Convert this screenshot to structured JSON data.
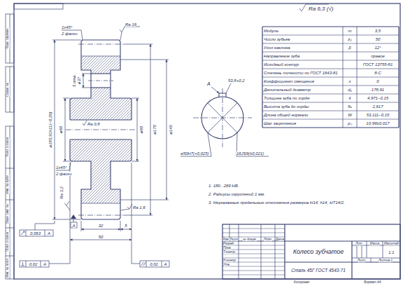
{
  "diagram": {
    "labels": [
      "Ra 6,3 (√)",
      "Модуль",
      "m",
      "3,5",
      "Число зубьев",
      "z₂",
      "50",
      "Угол наклона",
      "β",
      "12°",
      "Направление зуба",
      "правое",
      "Исходный контур",
      "ГОСТ 13755-81",
      "Степень точности по ГОСТ 1643-81",
      "8-С",
      "Коэффициент смещения",
      "x",
      "0",
      "Делительный диаметр",
      "d₂",
      "178,91",
      "Толщина зуба по хорде",
      "s̄",
      "4,971−0,15",
      "Высота зуба до хорды",
      "h̄ₐ",
      "2,617",
      "Длина общей нормали",
      "W",
      "53,111−0,15",
      "Шаг зацепления",
      "pₙ",
      "10,99±0,017",
      "1х45°",
      "2 фаски",
      "Ra 16",
      "ø37",
      "5 отв.",
      "ø185,91h11(−0,29)",
      "ø60",
      "Ra 0,8",
      "ø60",
      "ø170",
      "ø145",
      "1х45°",
      "2 фаски",
      "Ra 3,2",
      "Ra 1,6",
      "A",
      "32",
      "5",
      "50",
      "0,063",
      "A",
      "0,02",
      "A",
      "0,02",
      "A",
      "A",
      "53,8+0,2",
      "ø50H7(+0,025)",
      "16JS9(±0,021)",
      "1. 180...269 НВ.",
      "2. Радиусы скруглений 1 мм.",
      "3. Неуказанные предельные отклонения размеров H14, h14, ±IT14/2.",
      "Колесо зубчатое",
      "Сталь 45Г ГОСТ 4543-71",
      "Изм.",
      "Лист",
      "№ докум.",
      "Подп.",
      "Дата",
      "Разраб.",
      "Пров.",
      "Т.контр.",
      "Н.контр.",
      "Утв.",
      "Лит.",
      "Масса",
      "Масштаб",
      "1:1",
      "Лист",
      "Листов 1",
      "Копировал",
      "Формат А4",
      "Перв. примен.",
      "Справ. №",
      "Подп. и дата",
      "Инв. № дубл.",
      "Взам. инв. №",
      "Подп. и дата",
      "Инв. № подл."
    ]
  }
}
